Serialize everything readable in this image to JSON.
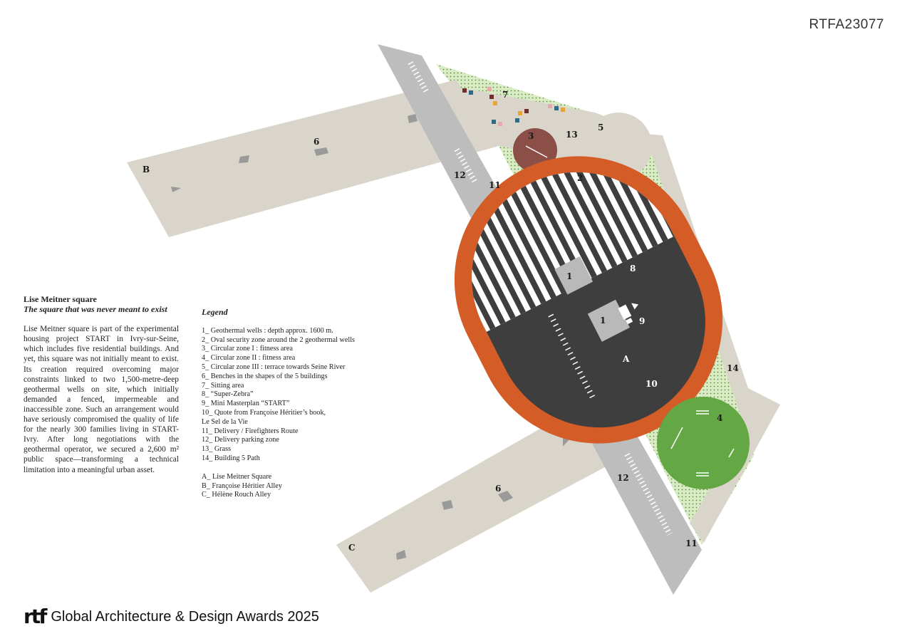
{
  "header": {
    "code": "RTFA23077"
  },
  "description": {
    "title": "Lise Meitner square",
    "subtitle": "The square that was never meant to exist",
    "body": "Lise Meitner square is part of the experimental housing project START in Ivry-sur-Seine, which includes five residential buildings. And yet, this square was not initially meant to exist. Its creation required overcoming major constraints linked to two 1,500-metre-deep geothermal wells on site, which initially demanded a fenced, impermeable and inaccessible zone. Such an arrangement would have seriously compromised the quality of life for the nearly 300 families living in START-Ivry. After long negotiations with the geothermal operator, we secured a 2,600 m² public space—transforming a technical limitation into a meaningful urban asset."
  },
  "legend": {
    "title": "Legend",
    "items": [
      "1_ Geothermal wells : depth approx. 1600 m.",
      "2_ Oval security zone around the 2 geothermal wells",
      "3_ Circular zone I : fitness area",
      "4_ Circular zone II : fitness area",
      "5_ Circular zone III : terrace towards Seine River",
      "6_ Benches in the shapes of the 5 buildings",
      "7_ Sitting area",
      "8_ “Super-Zebra”",
      "9_ Mini Masterplan “START”",
      "10_ Quote from Françoise Héritier’s book,",
      "Le Sel de la Vie",
      "11_ Delivery / Firefighters Route",
      "12_ Delivery parking zone",
      "13_ Grass",
      "14_ Building 5 Path"
    ],
    "places": [
      "A_ Lise Meitner Square",
      "B_ Françoise Héritier Alley",
      "C_ Hélène Rouch Alley"
    ]
  },
  "map_labels": {
    "l1": "1",
    "l2": "2",
    "l3": "3",
    "l4": "4",
    "l5": "5",
    "l6": "6",
    "l7": "7",
    "l8": "8",
    "l9": "9",
    "l10": "10",
    "l11": "11",
    "l12": "12",
    "l13": "13",
    "l14": "14",
    "A": "A",
    "B": "B",
    "C": "C"
  },
  "colors": {
    "alley": "#d9d5ca",
    "road": "#bdbdbd",
    "grass": "#d9ecc4",
    "oval": "#d35c27",
    "square": "#3e3e3e",
    "zone1": "#8c4f48",
    "zone2": "#63a844"
  },
  "footer": {
    "logo": "rtf",
    "text": "Global Architecture & Design Awards 2025"
  }
}
